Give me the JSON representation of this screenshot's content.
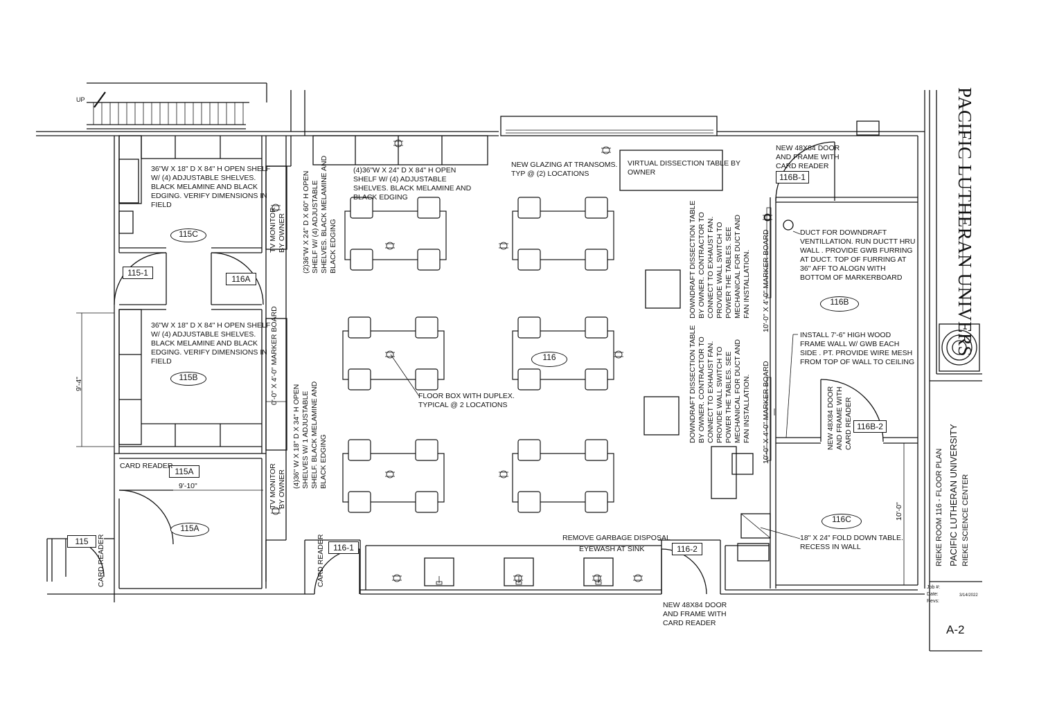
{
  "title_block": {
    "university": "PACIFIC LUTHERAN UNIVERS",
    "drawing_title": "RIEKE ROOM 116 - FLOOR PLAN",
    "project_name": "PACIFIC LUTHERAN UNIVERSITY",
    "building": "RIEKE SCIENCE CENTER",
    "job_label": "Job #:",
    "date_label": "Date:",
    "date_value": "3/14/2022",
    "revs_label": "Revs:",
    "sheet_number": "A-2"
  },
  "stair_label": "UP",
  "room_tags": {
    "r115C": "115C",
    "r115B": "115B",
    "r115A_top": "115A",
    "r115A_bottom": "115A",
    "r116": "116",
    "r116B": "116B",
    "r116C": "116C",
    "d115_1": "115-1",
    "d116A": "116A",
    "d115": "115",
    "d116_1": "116-1",
    "d116_2": "116-2",
    "d116B_1": "116B-1",
    "d116B_2": "116B-2"
  },
  "notes": {
    "shelf_115c": "36\"w x 18\" d X 84\" H OPEN SHELF\nw/ (4) ADJUSTABLE SHELVES.\nBLACK MELAMINE AND BLACK\nEDGING. VERIFY DIMENSIONS IN\nFIELD",
    "shelf_115b": "36\"w x 18\" d X 84\" H OPEN SHELF\nw/ (4) ADJUSTABLE SHELVES.\nBLACK MELAMINE AND BLACK\nEDGING. VERIFY DIMENSIONS IN\nFIELD",
    "shelf_north": "(4)36\"w x 24\" d X 84\" H OPEN\nSHELF w/ (4) ADJUSTABLE\nSHELVES. BLACK MELAMINE AND\nBLACK EDGING",
    "glazing": "NEW GLAZING AT TRANSOMS.\nTYP @ (2) LOCATIONS",
    "virtual_table": "VIRTUAL DISSECTION TABLE BY\nOWNER",
    "door_116b1": "NEW 48X84 DOOR\nAND FRAME WITH\nCARD READER",
    "duct": "DUCT FOR DOWNDRAFT\nVENTILLATION. RUN DUCTT HRU\nWALL . PROVIDE GWB FURRING\nAT DUCT. TOP OF FURRING AT\n36\" AFF TO ALOGN WITH\nBOTTOM OF MARKERBOARD",
    "wall_note": "INSTALL 7'-6\" HIGH WOOD\nFRAME WALL W/ GWB EACH\nSIDE . PT. PROVIDE WIRE MESH\nFROM TOP OF WALL TO CEILING",
    "floor_box": "FLOOR BOX WITH DUPLEX.\nTYPICAL @ 2 LOCATIONS",
    "fold_table": "18\" X 24\" FOLD DOWN TABLE.\nRECESS IN WALL",
    "garbage": "REMOVE GARBAGE DISPOSAL",
    "eyewash": "EYEWASH AT SINK",
    "door_116_2": "NEW 48X84 DOOR\nAND FRAME WITH\nCARD READER",
    "card_reader_115a": "CARD READER",
    "dim_9_10": "9'-10\"",
    "dim_9_4": "9'-4\"",
    "dim_10_0": "10'-0\"",
    "tv_monitor_1": "TV MONITOR\nBY OWNER",
    "tv_monitor_2": "TV MONITOR\nBY OWNER",
    "marker_115b": "0'-0\" X 4'-0\" MARKER BOARD",
    "shelf_2_36": "(2)36\"w x 24\" d X 60\" H OPEN\nSHELF w/ (4) ADJUSTABLE\nSHELVES. BLACK MELAMINE AND\nBLACK EDGING",
    "shelf_4_34": "(4)36\" w x 18\" d X 34\" h OPEN\nSHELVES W/ 1 ADJUSTABLE\nSHELF. BLACK MELAMINE AND\nBLACK EDGING",
    "downdraft_1": "DOWNDRAFT DISSECTION TABLE\nBY OWNER. CONTRACTOR TO\nCONNECT TO EXHAUST FAN.\nPROVIDE WALL SWITCH TO\nPOWER THE TABLES. SEE\nMECHANICAL FOR DUCT AND\nFAN INSTALLATION.",
    "downdraft_2": "DOWNDRAFT DISSECTION TABLE\nBY OWNER. CONTRACTOR TO\nCONNECT TO EXHAUST FAN.\nPROVIDE WALL SWITCH TO\nPOWER THE TABLES. SEE\nMECHANICAL FOR DUCT AND\nFAN INSTALLATION.",
    "marker_116b_1": "10'-0\" X 4'-0\" MARKER BOARD",
    "marker_116b_2": "10'-0\" X 4'-0\" MARKER BOARD",
    "door_116b2": "NEW 48X84 DOOR\nAND FRAME WITH\nCARD READER",
    "card_reader_115": "CARD READER",
    "card_reader_116_1": "CARD READER"
  }
}
